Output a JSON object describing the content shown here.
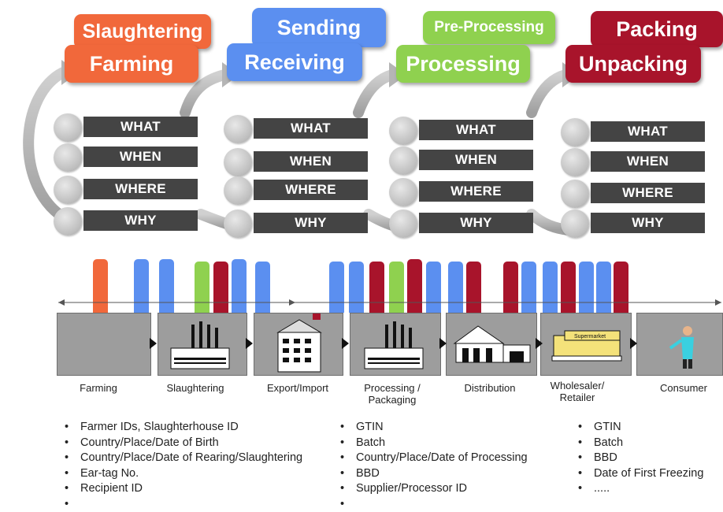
{
  "stages_top": [
    {
      "back": "Slaughtering",
      "front": "Farming"
    },
    {
      "back": "Sending",
      "front": "Receiving"
    },
    {
      "back": "Pre-Processing",
      "front": "Processing"
    },
    {
      "back": "Packing",
      "front": "Unpacking"
    }
  ],
  "questions": [
    "WHAT",
    "WHEN",
    "WHERE",
    "WHY"
  ],
  "timeline": {
    "stages": [
      "Farming",
      "Slaughtering",
      "Export/Import",
      "Processing / Packaging",
      "Distribution",
      "Wholesaler/ Retailer",
      "Consumer"
    ],
    "supermarket_sign": "Supermarket"
  },
  "info_columns": [
    [
      "Farmer IDs, Slaughterhouse  ID",
      "Country/Place/Date   of Birth",
      "Country/Place/Date   of Rearing/Slaughtering",
      "Ear-tag No.",
      "Recipient ID",
      ""
    ],
    [
      "GTIN",
      "Batch",
      "Country/Place/Date   of Processing",
      "BBD",
      "Supplier/Processor  ID",
      ""
    ],
    [
      "GTIN",
      "Batch",
      "BBD",
      "Date of First Freezing",
      "....."
    ]
  ],
  "colors": {
    "farming": "#f1683b",
    "sending": "#5b8ff0",
    "processing": "#8fd14f",
    "packing": "#a8142b",
    "bar": "#444444",
    "stage": "#9d9d9d"
  }
}
